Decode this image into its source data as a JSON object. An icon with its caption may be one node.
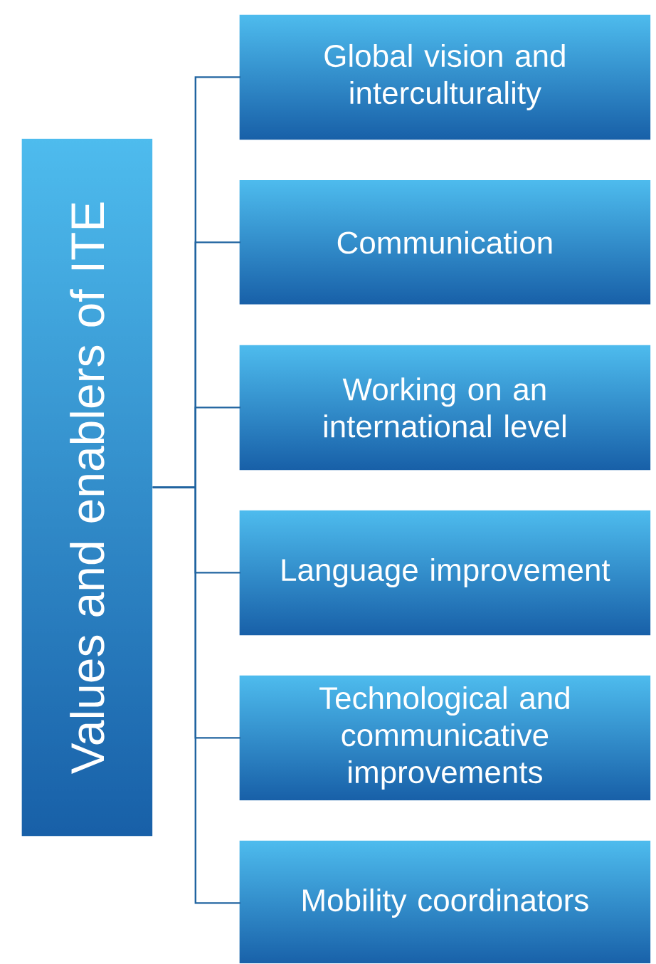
{
  "diagram": {
    "nodes": [
      {
        "text": [
          "Values and enablers of ITE"
        ]
      },
      {
        "text": [
          "Global vision and interculturality"
        ]
      },
      {
        "text": [
          "Communication"
        ]
      },
      {
        "text": [
          "Working on an international level"
        ]
      },
      {
        "text": [
          "Language improvement"
        ]
      },
      {
        "text": [
          "Technological and communicative improvements"
        ]
      },
      {
        "text": [
          "Mobility coordinators"
        ]
      }
    ],
    "edges": [
      {
        "from": 0,
        "to": 1,
        "arrow": "none"
      },
      {
        "from": 0,
        "to": 2,
        "arrow": "none"
      },
      {
        "from": 0,
        "to": 3,
        "arrow": "none"
      },
      {
        "from": 0,
        "to": 4,
        "arrow": "none"
      },
      {
        "from": 0,
        "to": 5,
        "arrow": "none"
      },
      {
        "from": 0,
        "to": 6,
        "arrow": "none"
      }
    ]
  }
}
